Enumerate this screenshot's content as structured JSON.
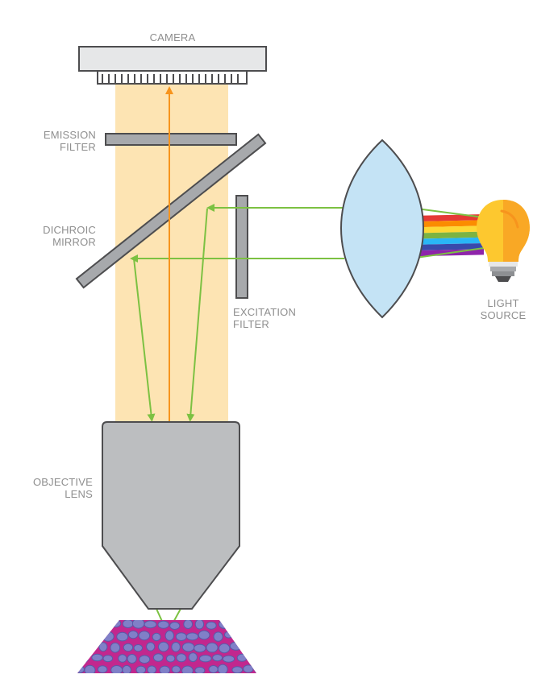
{
  "labels": {
    "camera": "CAMERA",
    "emission_filter": [
      "EMISSION",
      "FILTER"
    ],
    "dichroic_mirror": [
      "DICHROIC",
      "MIRROR"
    ],
    "excitation_filter": [
      "EXCITATION",
      "FILTER"
    ],
    "light_source": [
      "LIGHT",
      "SOURCE"
    ],
    "objective_lens": [
      "OBJECTIVE",
      "LENS"
    ]
  },
  "colors": {
    "beam_column": "#fde4b3",
    "emission_ray": "#f7941d",
    "excitation_ray": "#7cc142",
    "component_gray": "#a7a9ac",
    "outline": "#4d4d4f",
    "lens_blue": "#c4e3f5",
    "bulb_yellow": "#fdc82f",
    "sample_magenta": "#c2278e",
    "sample_cells": "#8080c8",
    "label_gray": "#8e8e8e"
  },
  "spectrum": [
    "#e53935",
    "#fb8c00",
    "#fdd835",
    "#7cb342",
    "#29b6f6",
    "#3949ab",
    "#8e24aa"
  ]
}
